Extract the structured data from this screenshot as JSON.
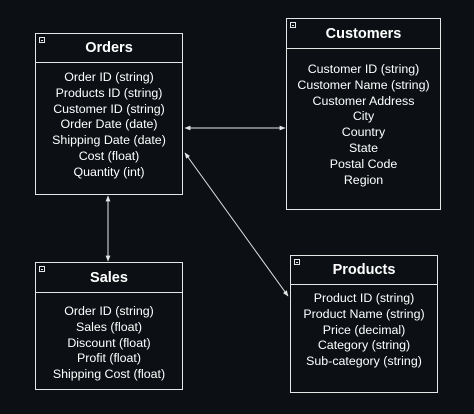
{
  "entities": {
    "orders": {
      "title": "Orders",
      "fields": [
        "Order ID (string)",
        "Products ID (string)",
        "Customer ID (string)",
        "Order Date (date)",
        "Shipping Date (date)",
        "Cost (float)",
        "Quantity (int)"
      ]
    },
    "customers": {
      "title": "Customers",
      "fields": [
        "Customer ID (string)",
        "Customer Name (string)",
        "Customer Address",
        "City",
        "Country",
        "State",
        "Postal Code",
        "Region"
      ]
    },
    "sales": {
      "title": "Sales",
      "fields": [
        "Order ID (string)",
        "Sales (float)",
        "Discount (float)",
        "Profit (float)",
        "Shipping Cost (float)"
      ]
    },
    "products": {
      "title": "Products",
      "fields": [
        "Product ID (string)",
        "Product Name (string)",
        "Price (decimal)",
        "Category (string)",
        "Sub-category (string)"
      ]
    }
  },
  "colors": {
    "background": "#0c1015",
    "line": "#e6e6e6",
    "text": "#ffffff"
  }
}
